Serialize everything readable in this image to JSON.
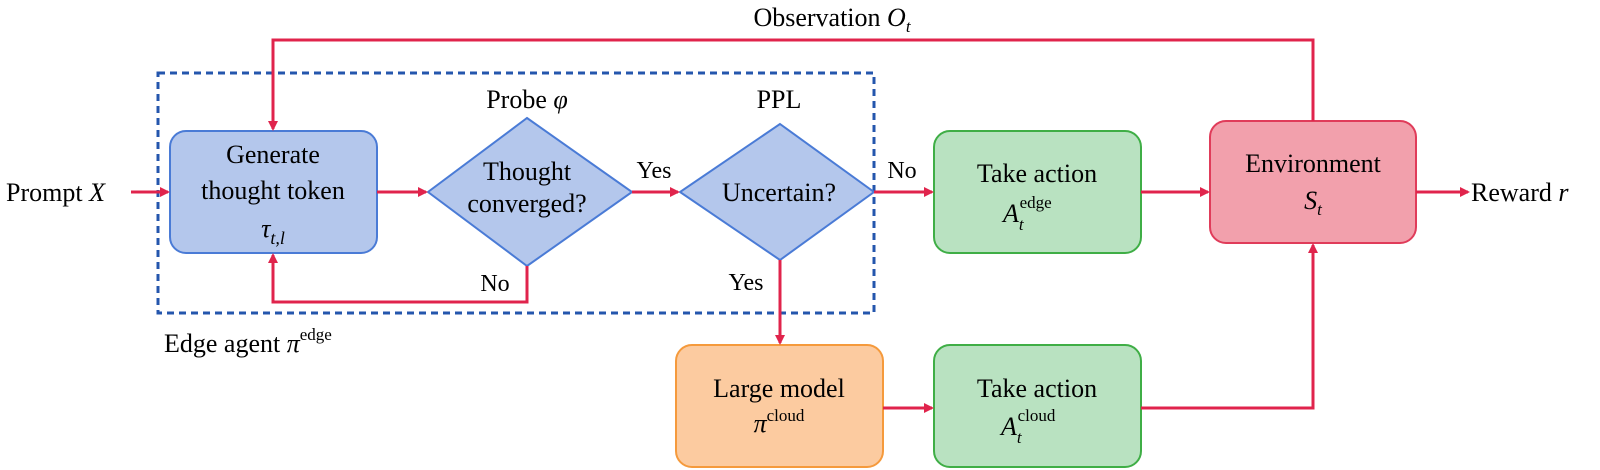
{
  "colors": {
    "arrow": "#e0244c",
    "edge_box_fill": "#b4c7ec",
    "edge_box_stroke": "#4a7bd6",
    "dashed_border": "#2456ad",
    "action_fill": "#b9e2c1",
    "action_stroke": "#3fae46",
    "cloud_fill": "#fccba0",
    "cloud_stroke": "#f59a3c",
    "env_fill": "#f2a0ac",
    "env_stroke": "#e03c5a"
  },
  "labels": {
    "observation": {
      "text": "Observation ",
      "sym": "O",
      "sub": "t"
    },
    "prompt": {
      "text": "Prompt ",
      "sym": "X"
    },
    "reward": {
      "text": "Reward ",
      "sym": "r"
    },
    "probe": {
      "text": "Probe ",
      "sym": "φ"
    },
    "ppl": "PPL",
    "edge_agent": {
      "text": "Edge agent ",
      "sym": "π",
      "sup": "edge"
    },
    "yes_1": "Yes",
    "yes_2": "Yes",
    "no_1": "No",
    "no_2": "No"
  },
  "nodes": {
    "generate": {
      "line1": "Generate",
      "line2": "thought token",
      "sym": "τ",
      "sub": "t,l"
    },
    "converged": {
      "line1": "Thought",
      "line2": "converged?"
    },
    "uncertain": {
      "line1": "Uncertain?"
    },
    "action_edge": {
      "line1": "Take action",
      "sym": "A",
      "sub": "t",
      "sup": "edge"
    },
    "environment": {
      "line1": "Environment",
      "sym": "S",
      "sub": "t"
    },
    "large_model": {
      "line1": "Large model",
      "sym": "π",
      "sup": "cloud"
    },
    "action_cloud": {
      "line1": "Take action",
      "sym": "A",
      "sub": "t",
      "sup": "cloud"
    }
  }
}
